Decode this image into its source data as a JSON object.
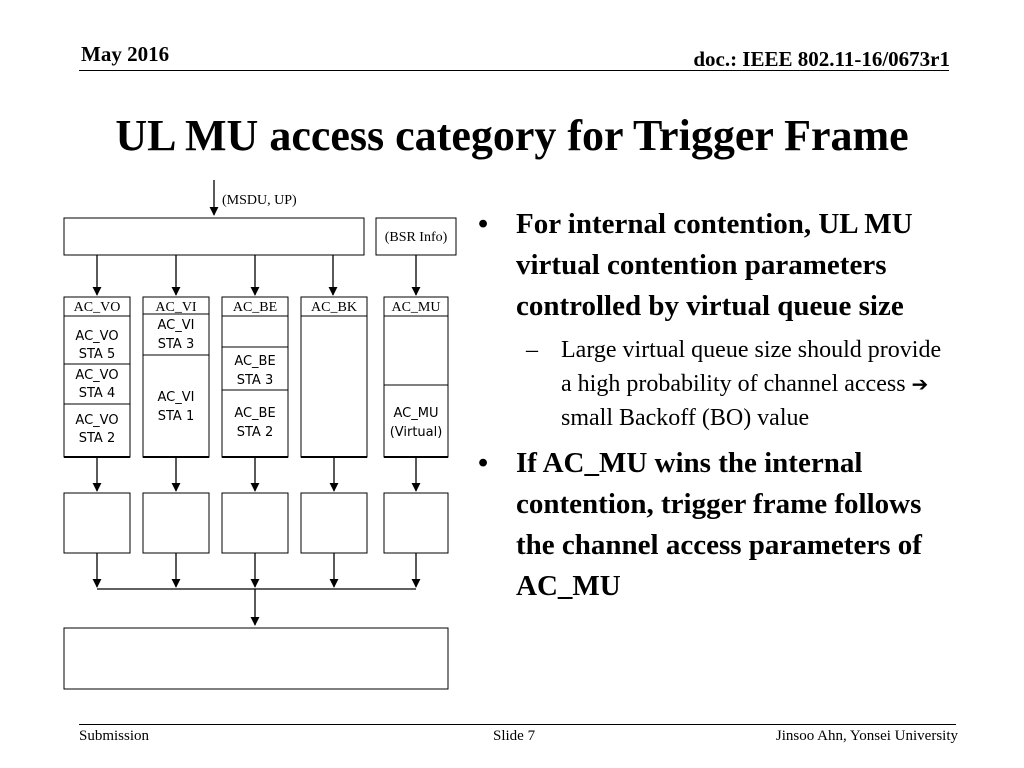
{
  "header": {
    "date": "May 2016",
    "doc": "doc.: IEEE 802.11-16/0673r1"
  },
  "title": "UL MU access category for Trigger Frame",
  "diagram": {
    "input_label": "(MSDU, UP)",
    "bsr_label": "(BSR Info)",
    "columns": [
      {
        "label": "AC_VO",
        "entries": [
          "AC_VO\nSTA 5",
          "AC_VO\nSTA 4",
          "AC_VO\nSTA 2"
        ]
      },
      {
        "label": "AC_VI",
        "entries": [
          "AC_VI\nSTA 3",
          "AC_VI\nSTA 1"
        ]
      },
      {
        "label": "AC_BE",
        "entries": [
          "AC_BE\nSTA 3",
          "AC_BE\nSTA 2"
        ]
      },
      {
        "label": "AC_BK",
        "entries": []
      },
      {
        "label": "AC_MU",
        "entries": [
          "AC_MU\n(Virtual)"
        ]
      }
    ]
  },
  "bullets": [
    {
      "text": "For internal contention, UL MU virtual contention parameters controlled by virtual queue size",
      "sub": [
        {
          "before": "Large virtual queue size should provide a high probability of channel access ",
          "arrow": "➔",
          "after": " small Backoff (BO) value"
        }
      ]
    },
    {
      "text": "If AC_MU wins the internal contention, trigger frame follows the channel access parameters of AC_MU",
      "sub": []
    }
  ],
  "footer": {
    "left": "Submission",
    "center": "Slide 7",
    "right": "Jinsoo Ahn, Yonsei University"
  }
}
